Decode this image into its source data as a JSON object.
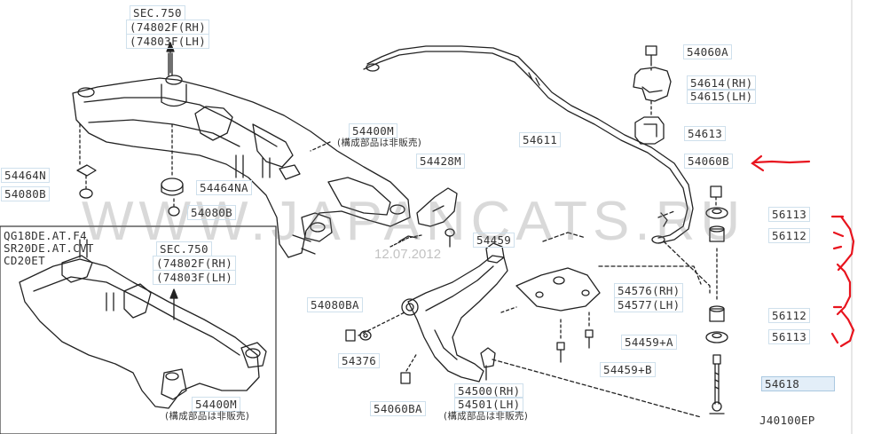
{
  "sec_top": {
    "sec": "SEC.750",
    "rh": "(74802F(RH)",
    "lh": "(74803F(LH)"
  },
  "engine_box": {
    "line1": "QG18DE.AT.F4",
    "line2": "SR20DE.AT.CVT",
    "line3": "CD20ET",
    "sec": "SEC.750",
    "rh": "(74802F(RH)",
    "lh": "(74803F(LH)"
  },
  "labels": {
    "p54060A": "54060A",
    "p54614": "54614(RH)",
    "p54615": "54615(LH)",
    "p54613": "54613",
    "p54611": "54611",
    "p54060B": "54060B",
    "p56113a": "56113",
    "p56112a": "56112",
    "p56112b": "56112",
    "p56113b": "56113",
    "p54618": "54618",
    "p54400M": "54400M",
    "p54400M_note": "(構成部品は非販売)",
    "p54428M": "54428M",
    "p54459": "54459",
    "p54576": "54576(RH)",
    "p54577": "54577(LH)",
    "p54459A": "54459+A",
    "p54459B": "54459+B",
    "p54080BA": "54080BA",
    "p54376": "54376",
    "p54060BA": "54060BA",
    "p54500": "54500(RH)",
    "p54501": "54501(LH)",
    "p54500_note": "(構成部品は非販売)",
    "p54464N": "54464N",
    "p54080B_left": "54080B",
    "p54464NA": "54464NA",
    "p54080B_mid": "54080B",
    "p54400M_low": "54400M",
    "p54400M_low_note": "(構成部品は非販売)",
    "diagram_code": "J40100EP"
  },
  "watermark": {
    "text": "WWW.JAPANCATS.RU",
    "date": "12.07.2012"
  },
  "colors": {
    "line": "#222222",
    "annotation": "#e8141e",
    "label_box": "#cfe0ec",
    "highlight": "#e3eef8"
  }
}
